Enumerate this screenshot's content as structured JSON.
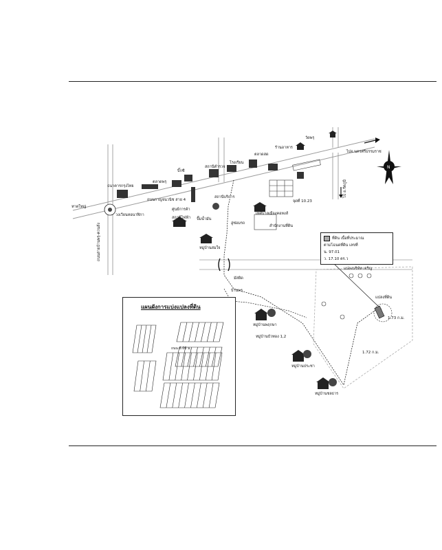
{
  "colors": {
    "ink": "#111111",
    "road": "#9a9a9a",
    "building": "#333333",
    "paper": "#ffffff"
  },
  "icons": [
    "north-arrow-icon",
    "building-icon",
    "house-icon",
    "tree-icon",
    "circle-marker-icon"
  ],
  "map": {
    "road_left_end": "หาดใหญ่",
    "road_right_end": "ไปจ.นครศรีธรรมราช",
    "road_main_label": "ถนนกาญจนวนิช  สาย 4",
    "road_vertical_left": "ถนนสายบ้านพรุ-ควนลัง",
    "road_vertical_right": "ไป อ.รัตภูมิ",
    "roundabout_label": "วงเวียนหอนาฬิกา",
    "canal_label": "แปลงบริษัท เจริญ",
    "distance_1": "1.72 ก.ม.",
    "distance_2": "1.73 ก.ม.",
    "site_label": "แปลงที่ดิน",
    "point_label": "จุดที่ 10.23",
    "village_1": "หมู่บ้านสมใจ",
    "village_2": "หมู่บ้านบัวทอง 1,2",
    "village_3": "หมู่บ้านพฤกษา",
    "village_4": "หมู่บ้านประชา",
    "village_5": "หมู่บ้านชลธาร",
    "village_6": "บ้านพรุ",
    "place_1": "ธนาคารกรุงไทย",
    "place_2": "ตลาดพรุ",
    "place_3": "บิ๊กซี",
    "place_4": "สถานีตำรวจ",
    "place_5": "โรงเรียน",
    "place_6": "ตลาดสด",
    "place_7": "ร้านอาหาร",
    "place_8": "วัดพรุ",
    "place_9": "ศูนย์การค้า",
    "place_10": "เทศบาลเมืองคอหงส์",
    "place_11": "ปั๊มน้ำมัน",
    "place_12": "อู่ซ่อมรถ",
    "place_13": "สถานีบริการ",
    "place_14": "มัสยิด",
    "place_15": "สำนักงานที่ดิน",
    "place_16": "สถานีไฟฟ้า"
  },
  "legend": {
    "line_1": "ที่ดิน  เนื้อที่ประมาณ",
    "line_2": "ตามโฉนดที่ดิน เลขที่",
    "line_3": "น. 97.01",
    "line_4": "ว. 17.10 ตร.ว"
  },
  "inset": {
    "title": "แผนผังการแบ่งแปลงที่ดิน",
    "road_label": "ถนน 6.00 ม."
  }
}
